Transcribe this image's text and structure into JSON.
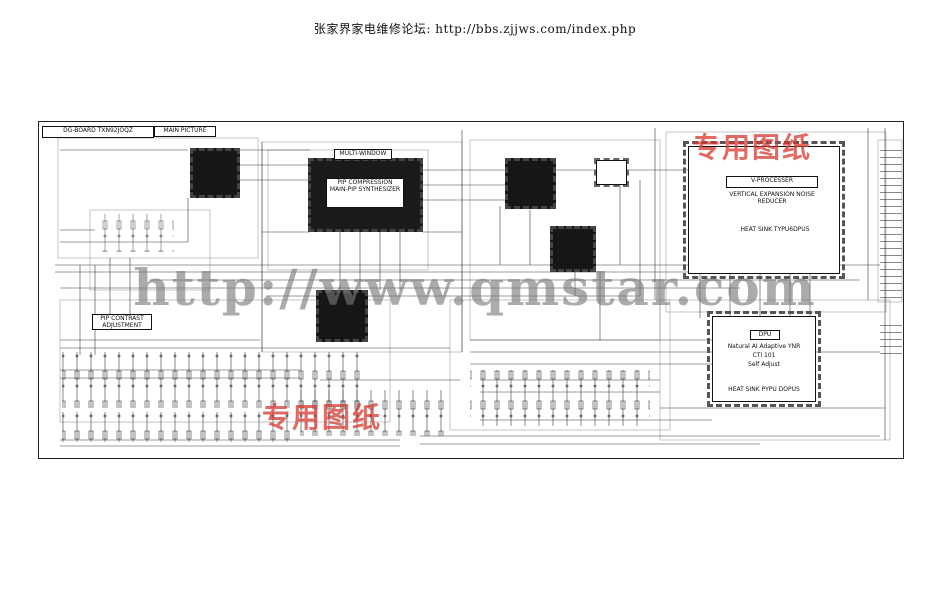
{
  "header": {
    "title": "张家界家电维修论坛: http://bbs.zjjws.com/index.php"
  },
  "watermark": {
    "url_text": "http://www.qmstar.com",
    "stamp_text": "专用图纸"
  },
  "schematic": {
    "board_id": "DG-BOARD TXN92JOQZ",
    "main_picture": "MAIN PICTURE",
    "multi_window": "MULTI-WINDOW",
    "pip_block": "PIP COMPRESSION MAIN-PIP SYNTHESIZER",
    "v_processor": "V-PROCESSER",
    "v_processor_sub": "VERTICAL EXPANSION NOISE REDUCER",
    "v_heatsink": "HEAT SINK TYPU6DPU5",
    "dpu": "DPU",
    "dpu_line1": "Natural AI Adaptive YNR",
    "dpu_line2": "CTI 101",
    "dpu_line3": "Self Adjust",
    "dpu_heatsink": "HEAT SINK PYPU DOPUS",
    "pip_contrast": "PIP CONTRAST ADJUSTMENT"
  },
  "colors": {
    "stamp_red": "#d7372d",
    "watermark_gray": "#787878",
    "line": "#3a3a3a"
  }
}
